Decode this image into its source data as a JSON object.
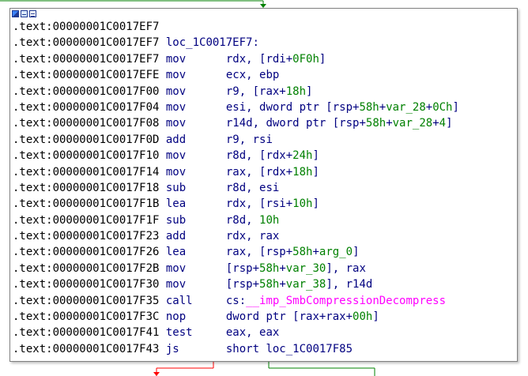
{
  "node": {
    "titlebar_icons": [
      "node-color-icon",
      "graph-icon",
      "rename-icon"
    ]
  },
  "lines": [
    {
      "addr": ".text:00000001C0017EF7",
      "label": ""
    },
    {
      "addr": ".text:00000001C0017EF7",
      "label": "loc_1C0017EF7:"
    },
    {
      "addr": ".text:00000001C0017EF7",
      "mnemonic": "mov",
      "op1": "rdx, [rdi+",
      "op2": "0F0h",
      "op3": "]"
    },
    {
      "addr": ".text:00000001C0017EFE",
      "mnemonic": "mov",
      "op1": "ecx, ebp"
    },
    {
      "addr": ".text:00000001C0017F00",
      "mnemonic": "mov",
      "op1": "r9, [rax+",
      "op2": "18h",
      "op3": "]"
    },
    {
      "addr": ".text:00000001C0017F04",
      "mnemonic": "mov",
      "op1": "esi, dword ptr [rsp+",
      "op2": "58h",
      "op3": "+",
      "op4": "var_28",
      "op5": "+",
      "op6": "0Ch",
      "op7": "]"
    },
    {
      "addr": ".text:00000001C0017F08",
      "mnemonic": "mov",
      "op1": "r14d, dword ptr [rsp+",
      "op2": "58h",
      "op3": "+",
      "op4": "var_28",
      "op5": "+",
      "op6": "4",
      "op7": "]"
    },
    {
      "addr": ".text:00000001C0017F0D",
      "mnemonic": "add",
      "op1": "r9, rsi"
    },
    {
      "addr": ".text:00000001C0017F10",
      "mnemonic": "mov",
      "op1": "r8d, [rdx+",
      "op2": "24h",
      "op3": "]"
    },
    {
      "addr": ".text:00000001C0017F14",
      "mnemonic": "mov",
      "op1": "rax, [rdx+",
      "op2": "18h",
      "op3": "]"
    },
    {
      "addr": ".text:00000001C0017F18",
      "mnemonic": "sub",
      "op1": "r8d, esi"
    },
    {
      "addr": ".text:00000001C0017F1B",
      "mnemonic": "lea",
      "op1": "rdx, [rsi+",
      "op2": "10h",
      "op3": "]"
    },
    {
      "addr": ".text:00000001C0017F1F",
      "mnemonic": "sub",
      "op1": "r8d, ",
      "op2": "10h"
    },
    {
      "addr": ".text:00000001C0017F23",
      "mnemonic": "add",
      "op1": "rdx, rax"
    },
    {
      "addr": ".text:00000001C0017F26",
      "mnemonic": "lea",
      "op1": "rax, [rsp+",
      "op2": "58h",
      "op3": "+",
      "op4": "arg_0",
      "op5": "]"
    },
    {
      "addr": ".text:00000001C0017F2B",
      "mnemonic": "mov",
      "op1": "[rsp+",
      "op2": "58h",
      "op3": "+",
      "op4": "var_30",
      "op5": "], rax"
    },
    {
      "addr": ".text:00000001C0017F30",
      "mnemonic": "mov",
      "op1": "[rsp+",
      "op2": "58h",
      "op3": "+",
      "op4": "var_38",
      "op5": "], r14d"
    },
    {
      "addr": ".text:00000001C0017F35",
      "mnemonic": "call",
      "op1": "cs:",
      "op2": "__imp_SmbCompressionDecompress"
    },
    {
      "addr": ".text:00000001C0017F3C",
      "mnemonic": "nop",
      "op1": "dword ptr [rax+rax+",
      "op2": "00h",
      "op3": "]"
    },
    {
      "addr": ".text:00000001C0017F41",
      "mnemonic": "test",
      "op1": "eax, eax"
    },
    {
      "addr": ".text:00000001C0017F43",
      "mnemonic": "js",
      "op1": "short loc_1C0017F85"
    }
  ],
  "edges": {
    "incoming_color": "#008000",
    "false_branch_color": "#ff0000",
    "true_branch_color": "#008000"
  }
}
